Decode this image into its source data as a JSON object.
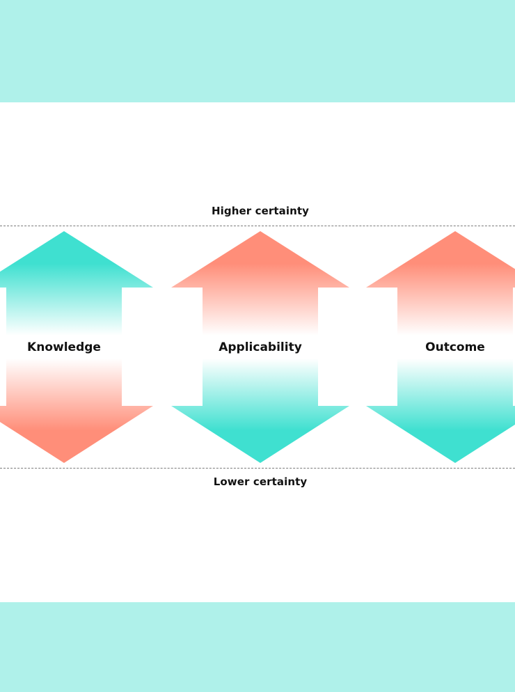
{
  "diagram": {
    "top_label": "Higher certainty",
    "bottom_label": "Lower certainty",
    "arrows": [
      {
        "label": "Knowledge",
        "top_color": "#3fe0d0",
        "bottom_color": "#ff8e79"
      },
      {
        "label": "Applicability",
        "top_color": "#ff8e79",
        "bottom_color": "#3fe0d0"
      },
      {
        "label": "Outcome",
        "top_color": "#ff8e79",
        "bottom_color": "#3fe0d0"
      }
    ]
  },
  "colors": {
    "band": "#aff1ea",
    "teal": "#3fe0d0",
    "salmon": "#ff8e79",
    "dash": "#7a7a7a"
  }
}
